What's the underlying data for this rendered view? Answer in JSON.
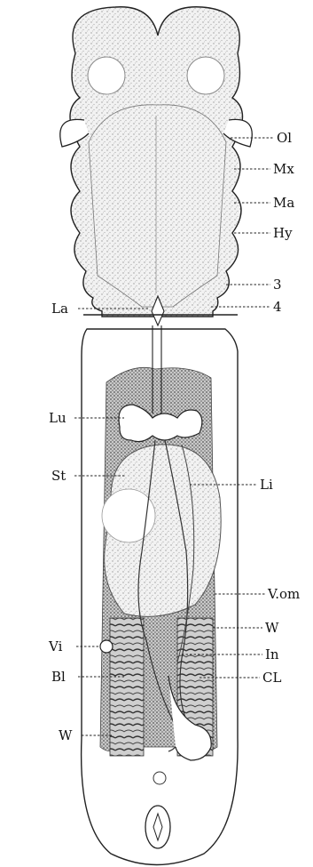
{
  "labels": {
    "olfactory": "Ol",
    "maxillary": "Mx",
    "mandibular": "Ma",
    "hyoid": "Hy",
    "arch3": "3",
    "arch4": "4",
    "larynx": "La",
    "lung": "Lu",
    "stomach": "St",
    "liver": "Li",
    "vitelline_right": "V.om",
    "vitelline_left": "Vi",
    "wolffian_right": "W",
    "wolffian_left": "W",
    "intestine": "In",
    "bladder": "Bl",
    "cloaca": "CL"
  },
  "colors": {
    "ink": "#111111",
    "stipple": "#d6d6d6",
    "dark_stipple": "#8a8a8a"
  }
}
